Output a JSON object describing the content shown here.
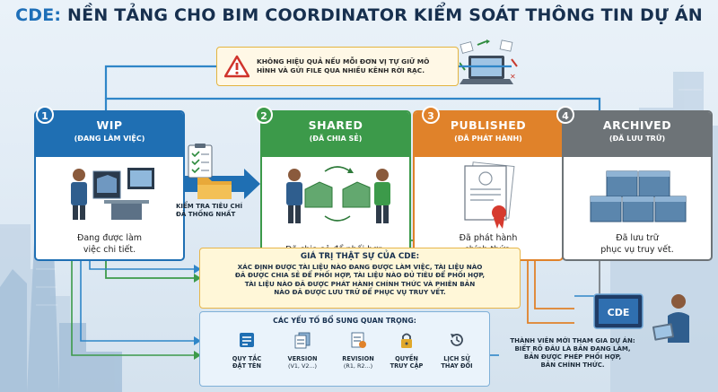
{
  "title": {
    "prefix": "CDE:",
    "main": "NỀN TẢNG CHO BIM COORDINATOR KIỂM SOÁT THÔNG TIN DỰ ÁN"
  },
  "warning": {
    "icon": "warning-triangle-icon",
    "text": "KHÔNG HIỆU QUẢ NẾU MỖI ĐƠN VỊ TỰ GIỮ MÔ HÌNH VÀ GỬI FILE QUA NHIỀU KÊNH RỜI RẠC."
  },
  "stages": [
    {
      "number": "1",
      "name": "WIP",
      "subtitle": "(ĐANG LÀM VIỆC)",
      "desc_line1": "Đang được làm",
      "desc_line2": "việc chi tiết.",
      "color": "#1f6fb3"
    },
    {
      "number": "2",
      "name": "SHARED",
      "subtitle": "(ĐÃ CHIA SẺ)",
      "desc_line1": "Đã chia sẻ để phối hợp.",
      "desc_line2": "",
      "color": "#3c9a4a"
    },
    {
      "number": "3",
      "name": "PUBLISHED",
      "subtitle": "(ĐÃ PHÁT HÀNH)",
      "desc_line1": "Đã phát hành",
      "desc_line2": "chính thức.",
      "color": "#e0822a"
    },
    {
      "number": "4",
      "name": "ARCHIVED",
      "subtitle": "(ĐÃ LƯU TRỮ)",
      "desc_line1": "Đã lưu trữ",
      "desc_line2": "phục vụ truy vết.",
      "color": "#6d7377"
    }
  ],
  "checklist": {
    "line1": "KIỂM TRA TIÊU CHÍ",
    "line2": "ĐÃ THỐNG NHẤT"
  },
  "value": {
    "title": "GIÁ TRỊ THẬT SỰ CỦA CDE:",
    "line1": "XÁC ĐỊNH ĐƯỢC TÀI LIỆU NÀO ĐANG ĐƯỢC LÀM VIỆC, TÀI LIỆU NÀO",
    "line2": "ĐÃ ĐƯỢC CHIA SẺ ĐỂ PHỐI HỢP, TÀI LIỆU NÀO ĐỦ TIÊU ĐỂ PHỐI HỢP,",
    "line3": "TÀI LIỆU NÀO ĐÃ ĐƯỢC PHÁT HÀNH CHÍNH THỨC VÀ PHIÊN BẢN",
    "line4": "NÀO ĐÃ ĐƯỢC LƯU TRỮ ĐỂ PHỤC VỤ TRUY VẾT."
  },
  "extras": {
    "title": "CÁC YẾU TỐ BỔ SUNG QUAN TRỌNG:",
    "items": [
      {
        "label1": "QUY TẮC",
        "label2": "ĐẶT TÊN",
        "sub": "",
        "icon": "naming-rule-icon"
      },
      {
        "label1": "VERSION",
        "label2": "",
        "sub": "(V1, V2...)",
        "icon": "version-stack-icon"
      },
      {
        "label1": "REVISION",
        "label2": "",
        "sub": "(R1, R2...)",
        "icon": "revision-doc-icon"
      },
      {
        "label1": "QUYỀN",
        "label2": "TRUY CẬP",
        "sub": "",
        "icon": "lock-icon"
      },
      {
        "label1": "LỊCH SỬ",
        "label2": "THAY ĐỔI",
        "sub": "",
        "icon": "history-icon"
      }
    ]
  },
  "new_member": {
    "line1": "THÀNH VIÊN MỚI THAM GIA DỰ ÁN:",
    "line2": "BIẾT RÕ ĐÂU LÀ BẢN ĐANG LÀM,",
    "line3": "BẢN ĐƯỢC PHÉP PHỐI HỢP,",
    "line4": "BẢN CHÍNH THỨC."
  },
  "cde_screen_label": "CDE"
}
